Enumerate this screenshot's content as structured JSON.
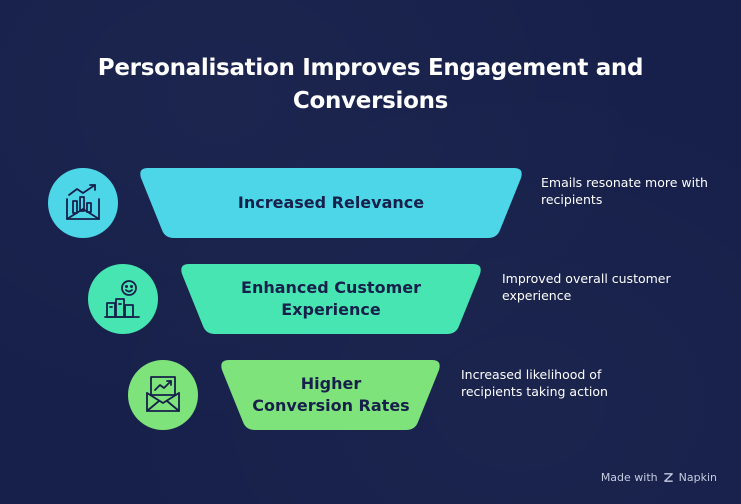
{
  "title": {
    "line1": "Personalisation Improves Engagement and",
    "line2": "Conversions"
  },
  "stages": [
    {
      "label_lines": [
        "Increased Relevance"
      ],
      "description": "Emails resonate more with recipients",
      "icon": "email-chart-icon",
      "color": "#4dd6e8"
    },
    {
      "label_lines": [
        "Enhanced Customer",
        "Experience"
      ],
      "description": "Improved overall customer experience",
      "icon": "customer-satisfaction-icon",
      "color": "#47e5b2"
    },
    {
      "label_lines": [
        "Higher",
        "Conversion Rates"
      ],
      "description": "Increased likelihood of recipients taking action",
      "icon": "envelope-growth-icon",
      "color": "#7ee37a"
    }
  ],
  "footer": {
    "made_with": "Made with",
    "brand": "Napkin"
  },
  "colors": {
    "background": "#16204a",
    "text_dark": "#16204a",
    "text_light": "#ffffff"
  }
}
